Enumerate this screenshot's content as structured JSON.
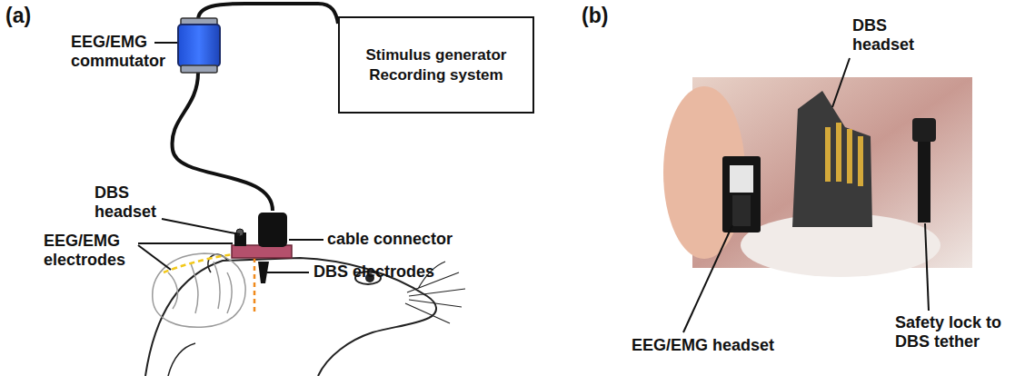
{
  "diagram": {
    "nodes": [
      {
        "text": [
          "Stimulus generator Recording system"
        ]
      }
    ],
    "labels": [
      "(a)",
      "EEG/EMG commutator",
      "DBS headset",
      "EEG/EMG electrodes",
      "cable connector",
      "DBS electrodes",
      "(b)",
      "DBS headset",
      "EEG/EMG headset",
      "Safety lock to DBS tether"
    ]
  }
}
